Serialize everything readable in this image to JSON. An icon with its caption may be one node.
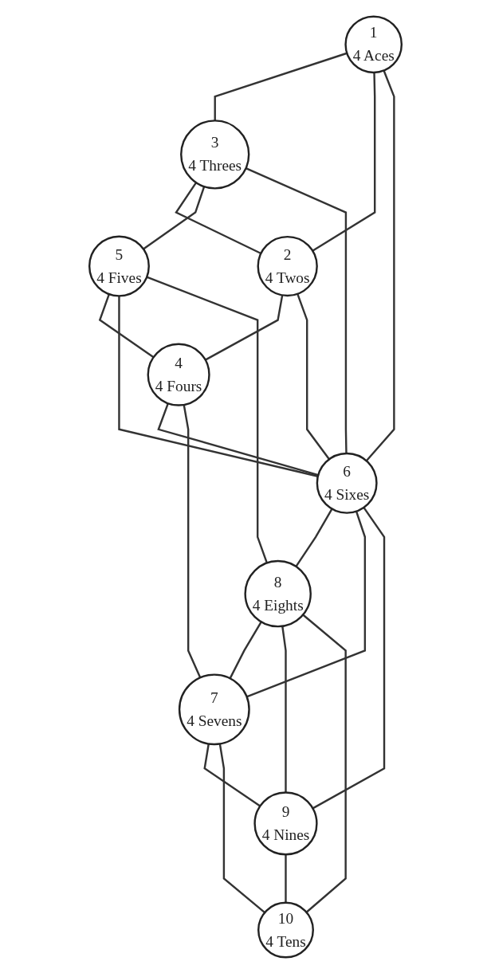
{
  "diagram": {
    "nodes": [
      {
        "text": [
          "1",
          "4 Aces"
        ]
      },
      {
        "text": [
          "3",
          "4 Threes"
        ]
      },
      {
        "text": [
          "2",
          "4 Twos"
        ]
      },
      {
        "text": [
          "5",
          "4 Fives"
        ]
      },
      {
        "text": [
          "4",
          "4 Fours"
        ]
      },
      {
        "text": [
          "6",
          "4 Sixes"
        ]
      },
      {
        "text": [
          "8",
          "4 Eights"
        ]
      },
      {
        "text": [
          "7",
          "4 Sevens"
        ]
      },
      {
        "text": [
          "9",
          "4 Nines"
        ]
      },
      {
        "text": [
          "10",
          "4 Tens"
        ]
      }
    ],
    "edges": [
      {
        "from": 0,
        "to": 1,
        "arrow": "none"
      },
      {
        "from": 0,
        "to": 2,
        "arrow": "none"
      },
      {
        "from": 0,
        "to": 5,
        "arrow": "none"
      },
      {
        "from": 1,
        "to": 2,
        "arrow": "none"
      },
      {
        "from": 1,
        "to": 3,
        "arrow": "none"
      },
      {
        "from": 1,
        "to": 5,
        "arrow": "none"
      },
      {
        "from": 2,
        "to": 4,
        "arrow": "none"
      },
      {
        "from": 2,
        "to": 5,
        "arrow": "none"
      },
      {
        "from": 3,
        "to": 4,
        "arrow": "none"
      },
      {
        "from": 3,
        "to": 5,
        "arrow": "none"
      },
      {
        "from": 3,
        "to": 6,
        "arrow": "none"
      },
      {
        "from": 4,
        "to": 5,
        "arrow": "none"
      },
      {
        "from": 4,
        "to": 7,
        "arrow": "none"
      },
      {
        "from": 5,
        "to": 6,
        "arrow": "none"
      },
      {
        "from": 5,
        "to": 7,
        "arrow": "none"
      },
      {
        "from": 5,
        "to": 8,
        "arrow": "none"
      },
      {
        "from": 6,
        "to": 7,
        "arrow": "none"
      },
      {
        "from": 6,
        "to": 8,
        "arrow": "none"
      },
      {
        "from": 6,
        "to": 9,
        "arrow": "none"
      },
      {
        "from": 7,
        "to": 8,
        "arrow": "none"
      },
      {
        "from": 7,
        "to": 9,
        "arrow": "none"
      },
      {
        "from": 8,
        "to": 9,
        "arrow": "none"
      }
    ]
  }
}
